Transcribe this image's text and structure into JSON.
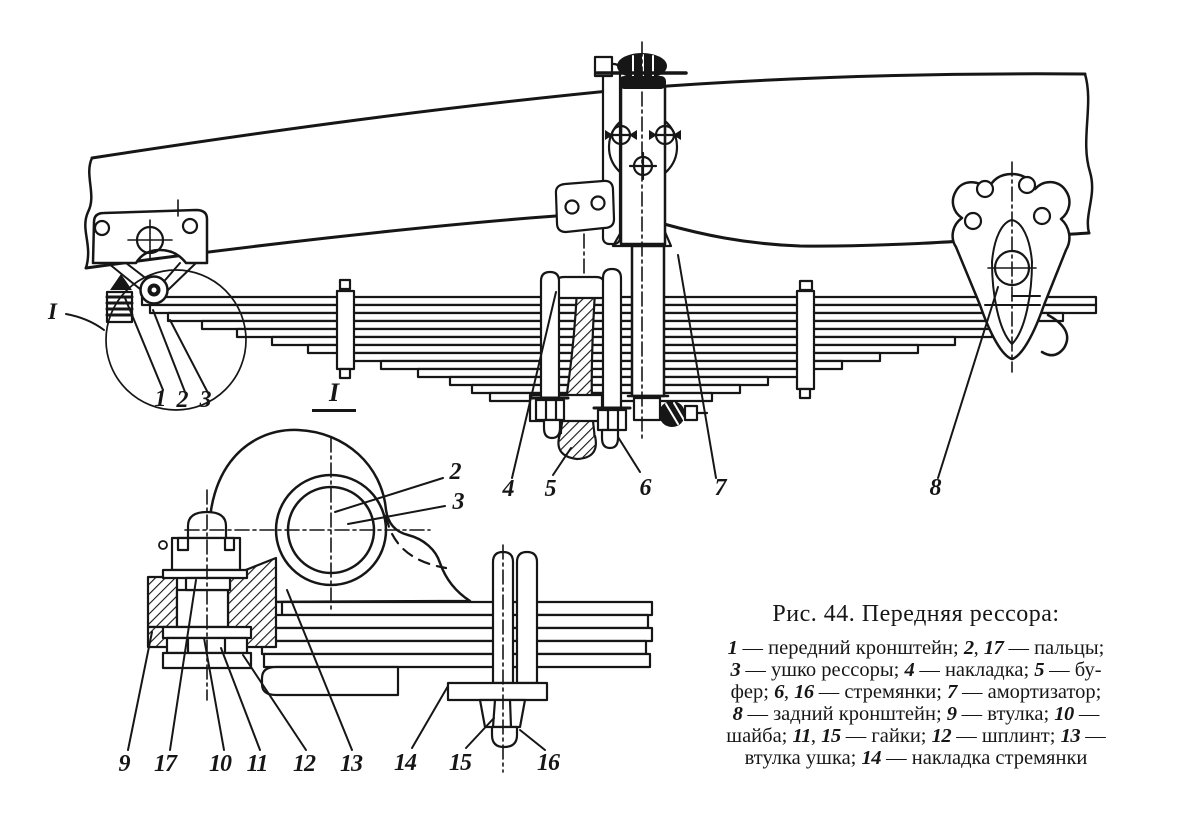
{
  "figure": {
    "caption_title": "Рис. 44. Передняя рессора:",
    "caption_lines": [
      "1 — передний кронштейн; 2, 17 — пальцы;",
      "3 — ушко рессоры; 4 — накладка; 5 — бу-",
      "фер; 6, 16 — стремянки; 7 — амортизатор;",
      "8 — задний кронштейн; 9 — втулка; 10 —",
      "шайба; 11, 15 — гайки; 12 — шплинт; 13 —",
      "втулка ушка; 14 — накладка стремянки"
    ],
    "legend_items": [
      {
        "ref": "1",
        "label": "передний кронштейн"
      },
      {
        "ref": "2, 17",
        "label": "пальцы"
      },
      {
        "ref": "3",
        "label": "ушко рессоры"
      },
      {
        "ref": "4",
        "label": "накладка"
      },
      {
        "ref": "5",
        "label": "буфер"
      },
      {
        "ref": "6, 16",
        "label": "стремянки"
      },
      {
        "ref": "7",
        "label": "амортизатор"
      },
      {
        "ref": "8",
        "label": "задний кронштейн"
      },
      {
        "ref": "9",
        "label": "втулка"
      },
      {
        "ref": "10",
        "label": "шайба"
      },
      {
        "ref": "11, 15",
        "label": "гайки"
      },
      {
        "ref": "12",
        "label": "шплинт"
      },
      {
        "ref": "13",
        "label": "втулка ушка"
      },
      {
        "ref": "14",
        "label": "накладка стремянки"
      }
    ]
  },
  "labels": {
    "view_marker": "I",
    "detail_view_title": "I",
    "top_callouts": {
      "n1": "1",
      "n2": "2",
      "n3": "3",
      "n4": "4",
      "n5": "5",
      "n6": "6",
      "n7": "7",
      "n8": "8"
    },
    "detail_callouts": {
      "n2": "2",
      "n3": "3",
      "n9": "9",
      "n10": "10",
      "n11": "11",
      "n12": "12",
      "n13": "13",
      "n14": "14",
      "n15": "15",
      "n16": "16",
      "n17": "17"
    }
  },
  "colors": {
    "ink": "#161616",
    "paper": "#ffffff"
  }
}
